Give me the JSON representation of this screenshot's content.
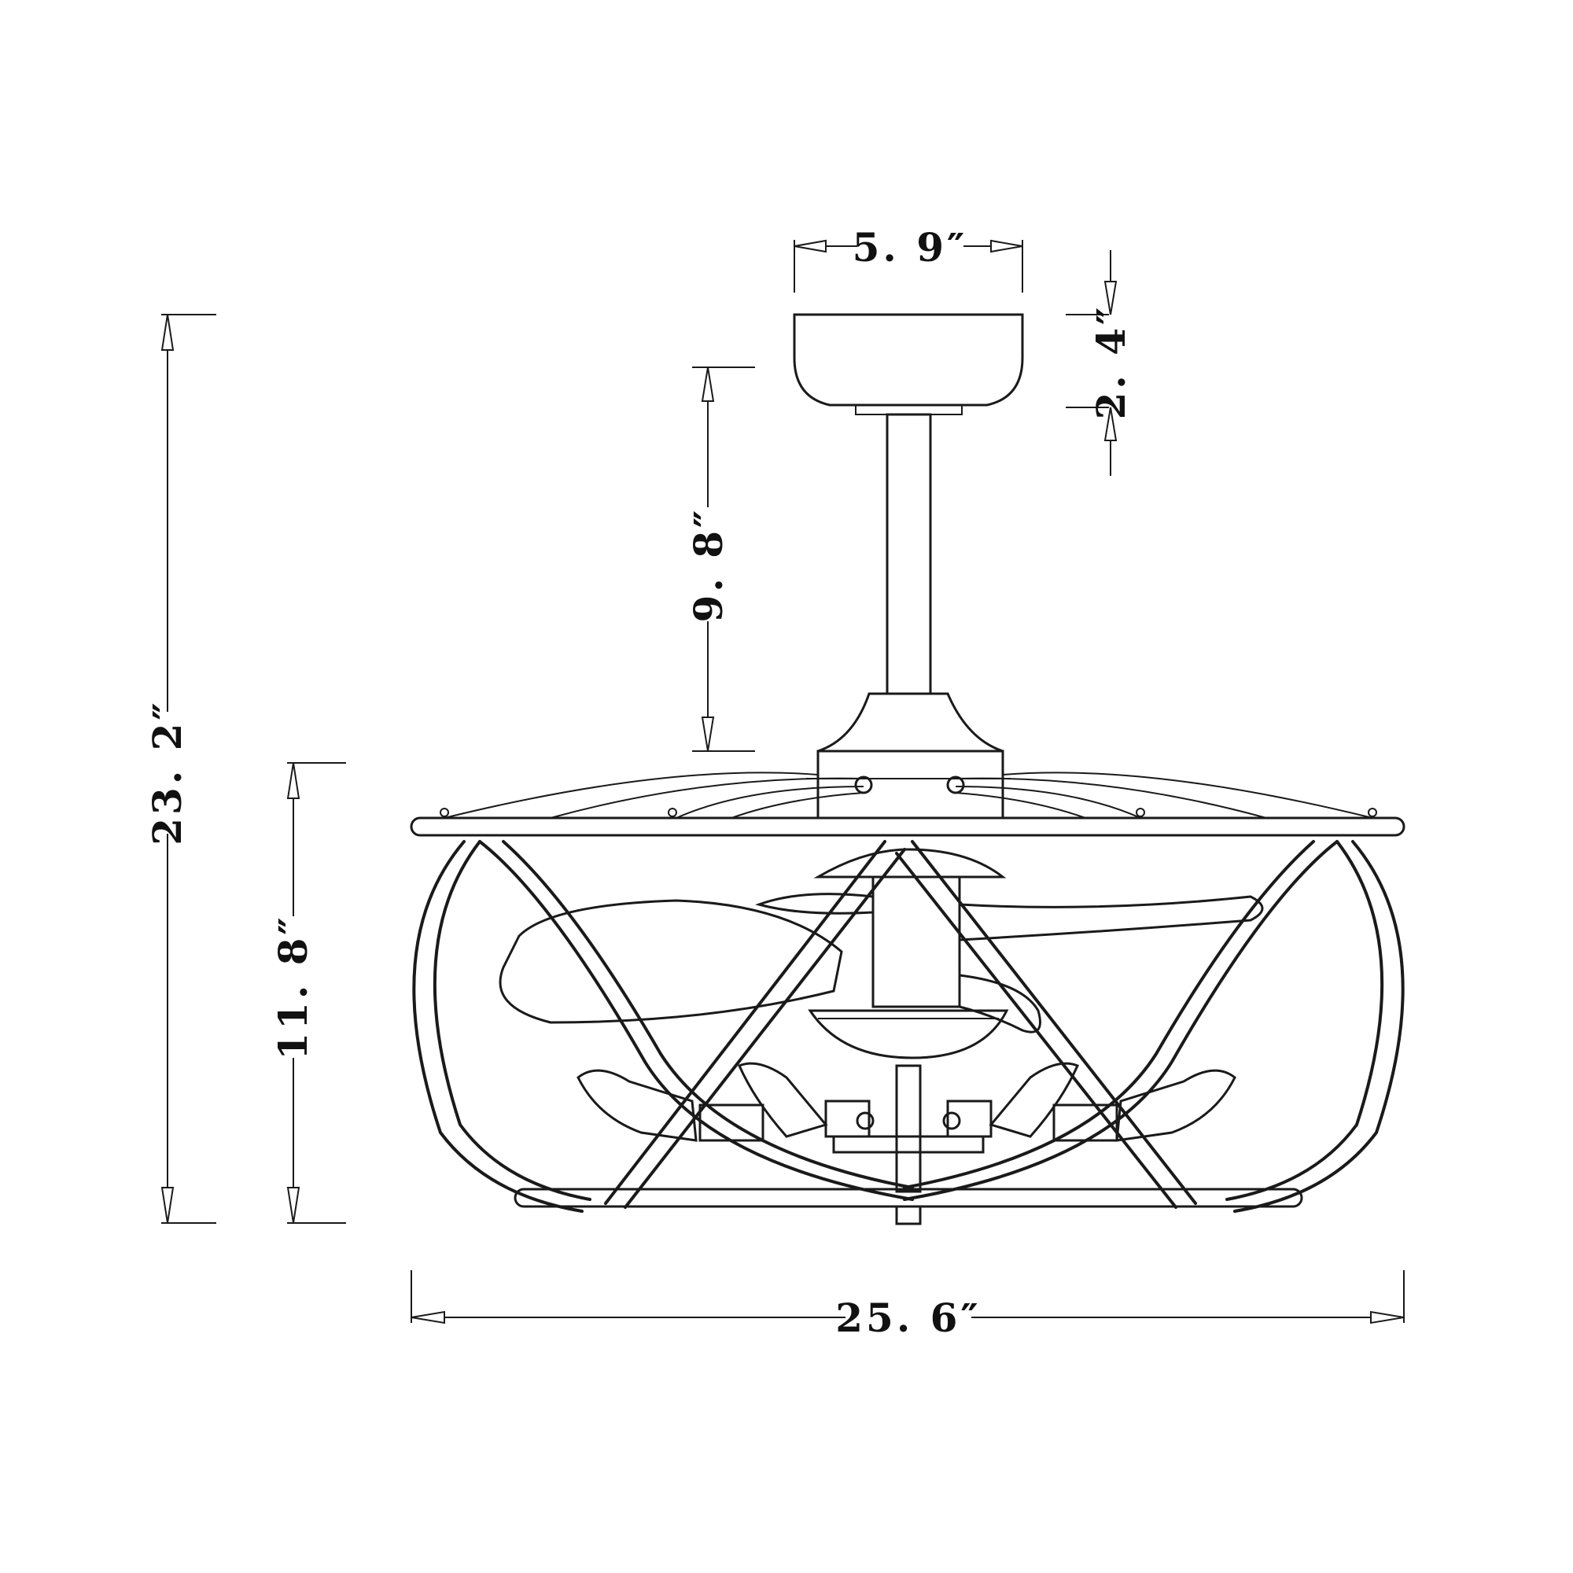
{
  "diagram": {
    "colors": {
      "line": "#1a1a1a",
      "background": "#ffffff"
    },
    "dimensions": {
      "canopy_width": "5. 9″",
      "canopy_height": "2. 4″",
      "downrod_length": "9. 8″",
      "overall_height": "23. 2″",
      "cage_height": "11. 8″",
      "cage_width": "25. 6″"
    }
  }
}
